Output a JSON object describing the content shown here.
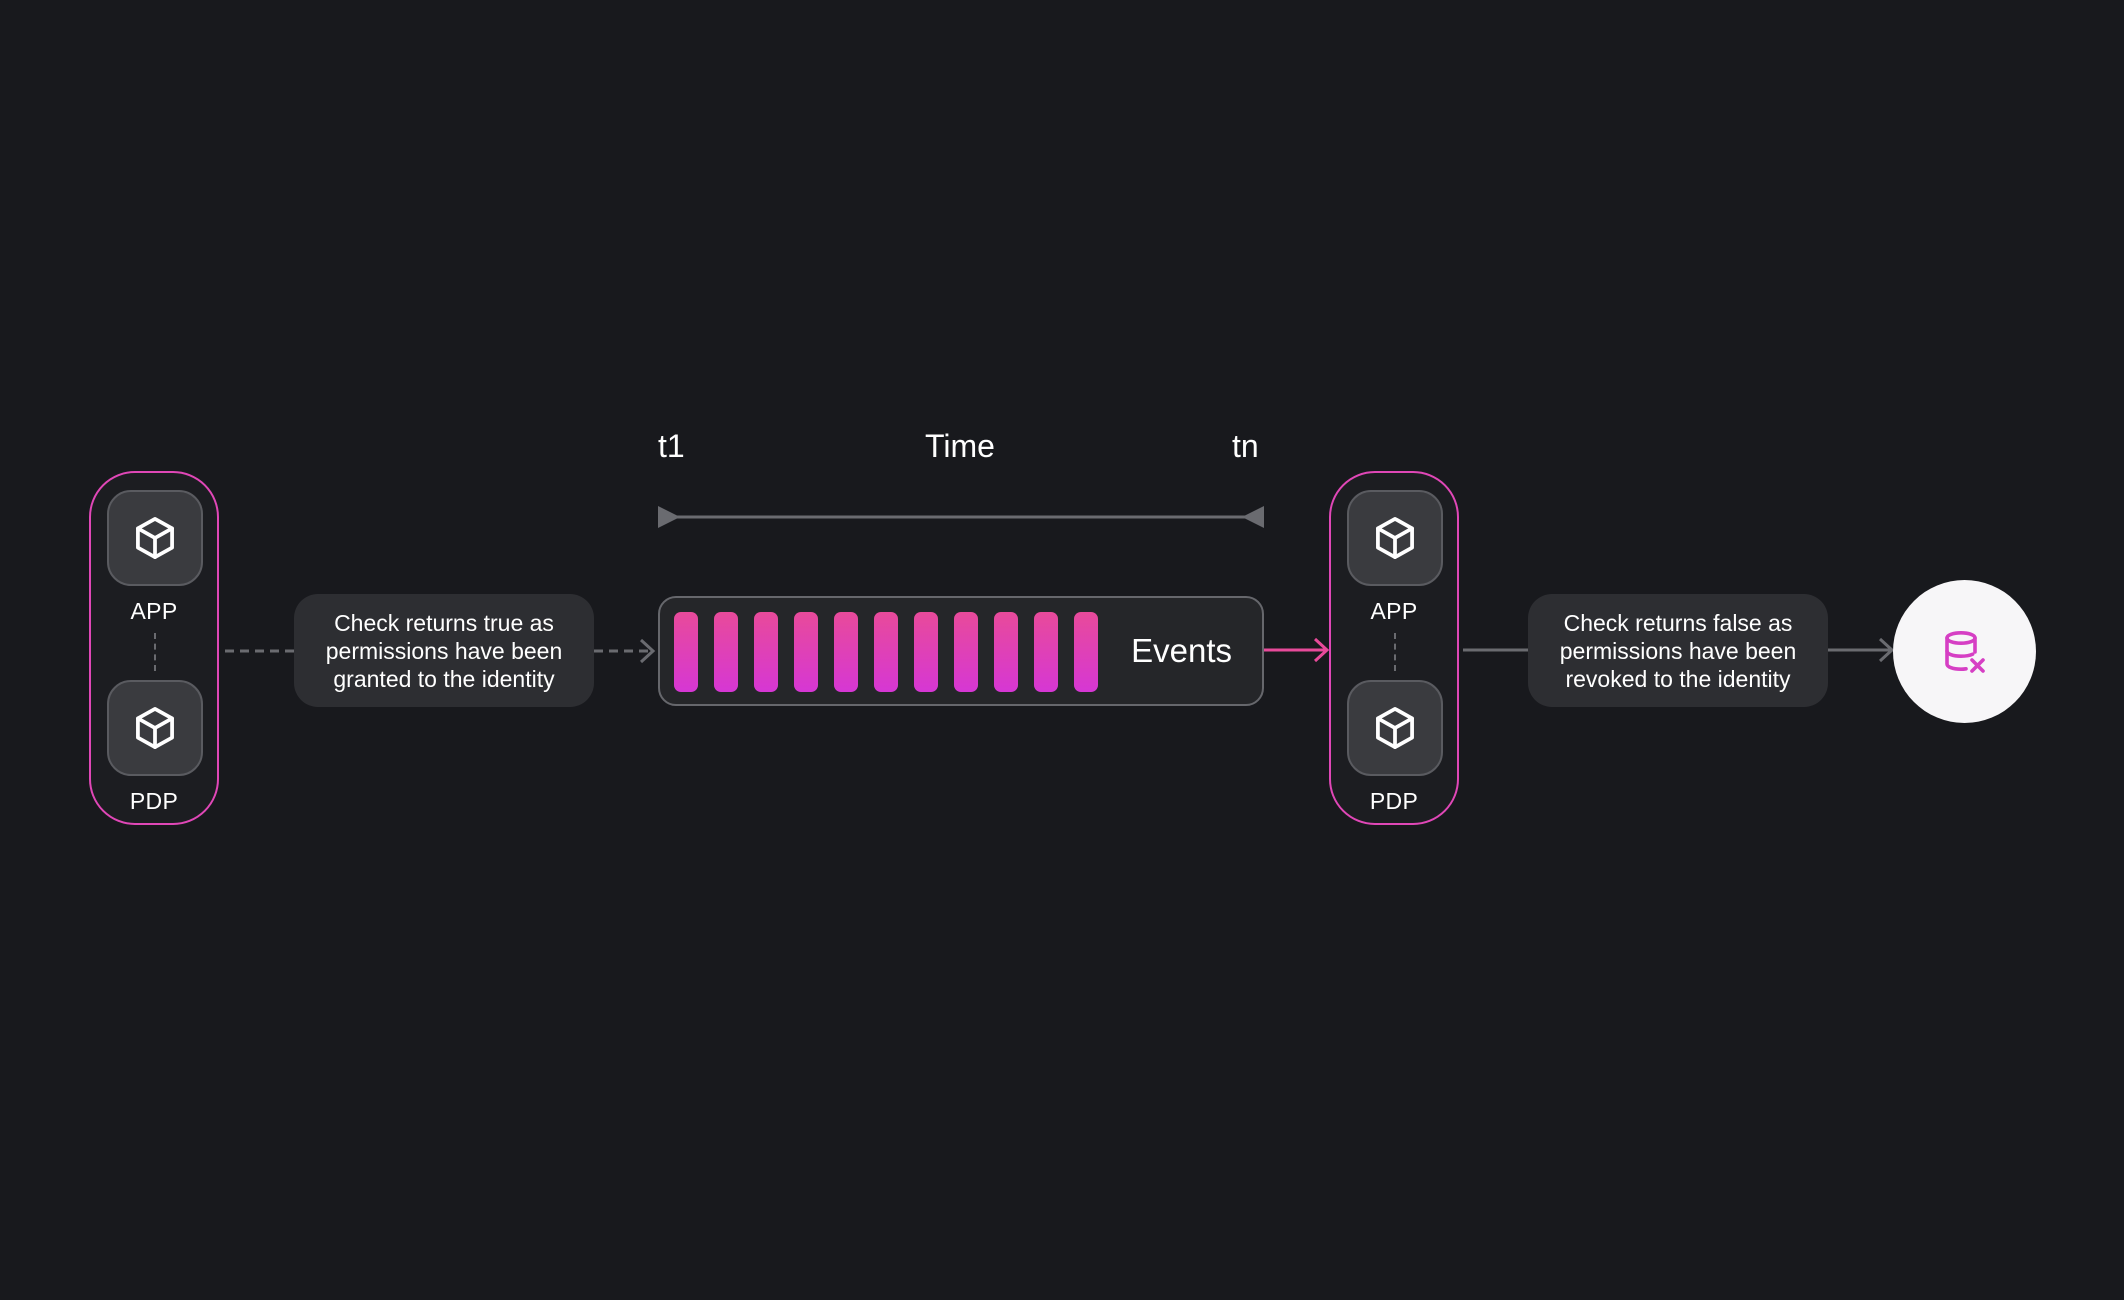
{
  "colors": {
    "background": "#18191d",
    "accent": "#e047b7",
    "event_bar_top": "#e84a9a",
    "event_bar_bottom": "#d637d4",
    "connector": "#6a6b70"
  },
  "time_axis": {
    "start_label": "t1",
    "title": "Time",
    "end_label": "tn"
  },
  "left_node_group": {
    "top_label": "APP",
    "bottom_label": "PDP",
    "icon": "cube-icon"
  },
  "right_node_group": {
    "top_label": "APP",
    "bottom_label": "PDP",
    "icon": "cube-icon"
  },
  "caption_granted": "Check returns true as permissions have been granted to the identity",
  "caption_revoked": "Check returns false as permissions have been revoked to the identity",
  "events": {
    "label": "Events",
    "bar_count": 11
  },
  "result": {
    "icon": "database-x-icon"
  }
}
